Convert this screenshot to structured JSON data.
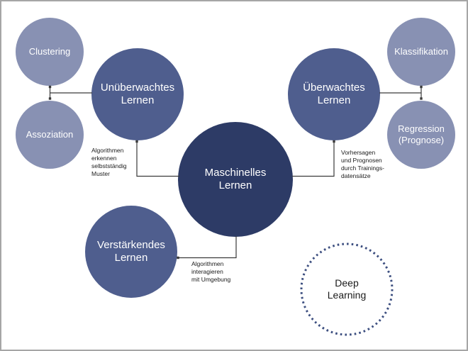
{
  "diagram": {
    "colors": {
      "background": "#ffffff",
      "frame_border": "#a6a6a6",
      "circle_light": "#8891b3",
      "circle_medium": "#4f5e8e",
      "circle_dark": "#2d3b66",
      "deep_learning_border": "#3d4f80",
      "connector": "#3a3a3a",
      "text_on_circle": "#ffffff",
      "annotation_text": "#1a1a1a"
    },
    "nodes": {
      "central": {
        "label": "Maschinelles\nLernen"
      },
      "unsupervised": {
        "label": "Unüberwachtes\nLernen"
      },
      "supervised": {
        "label": "Überwachtes\nLernen"
      },
      "reinforcement": {
        "label": "Verstärkendes\nLernen"
      },
      "clustering": {
        "label": "Clustering"
      },
      "association": {
        "label": "Assoziation"
      },
      "classification": {
        "label": "Klassifikation"
      },
      "regression": {
        "label": "Regression\n(Prognose)"
      },
      "deep_learning": {
        "label": "Deep\nLearning"
      }
    },
    "annotations": {
      "unsupervised_note": "Algorithmen\nerkennen\nselbstständig\nMuster",
      "supervised_note": "Vorhersagen\nund Prognosen\ndurch Trainings-\ndatensätze",
      "reinforcement_note": "Algorithmen\ninteragieren\nmit Umgebung"
    }
  }
}
